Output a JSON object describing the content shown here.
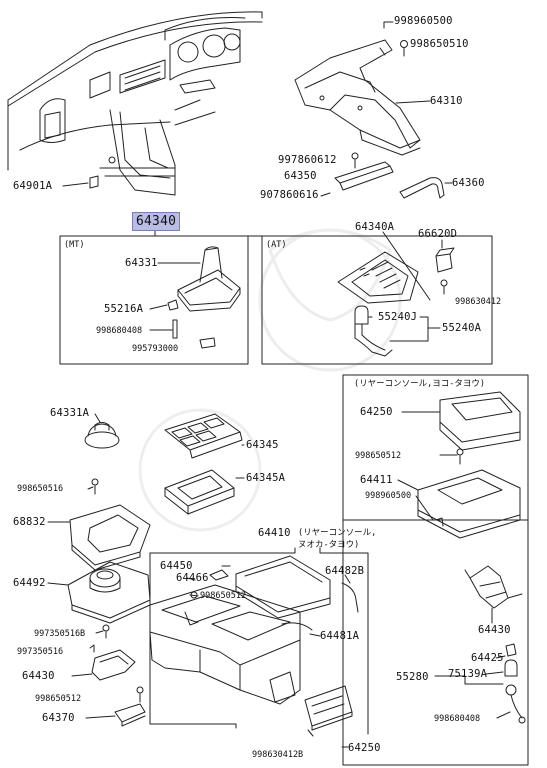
{
  "diagram": {
    "highlight_part": "64340",
    "box_labels": {
      "mt": "(MT)",
      "at": "(AT)",
      "rear_console": "(リヤーコンソール,ヨコ-タヨウ)",
      "side_group": "(リヤーコンソール,",
      "side_group_2": "ヌオカ-タヨウ)"
    },
    "parts": {
      "p998960500": "998960500",
      "p998650510": "998650510",
      "p64310": "64310",
      "p997860612": "997860612",
      "p64350": "64350",
      "p907860616": "907860616",
      "p64360": "64360",
      "p64901A": "64901A",
      "p64331": "64331",
      "p55216A": "55216A",
      "p998680408a": "998680408",
      "p995793000": "995793000",
      "p64340A": "64340A",
      "p66620D": "66620D",
      "p998630412": "998630412",
      "p55240J": "55240J",
      "p55240A": "55240A",
      "p64331A": "64331A",
      "p64345": "64345",
      "p64345A": "64345A",
      "p998650516": "998650516",
      "p68832": "68832",
      "p64492": "64492",
      "p64250a": "64250",
      "p998650512a": "998650512",
      "p64411": "64411",
      "p998960500b": "998960500",
      "p64410": "64410",
      "p64450": "64450",
      "p64466": "64466",
      "p998650512b": "998650512",
      "p64482B": "64482B",
      "p64481A": "64481A",
      "p64430a": "64430",
      "p997350516B": "997350516B",
      "p997350516": "997350516",
      "p64430b": "64430",
      "p998650512c": "998650512",
      "p64370": "64370",
      "p64425": "64425",
      "p75139A": "75139A",
      "p55280": "55280",
      "p998680408b": "998680408",
      "p998630412B": "998630412B",
      "p64250b": "64250"
    }
  }
}
